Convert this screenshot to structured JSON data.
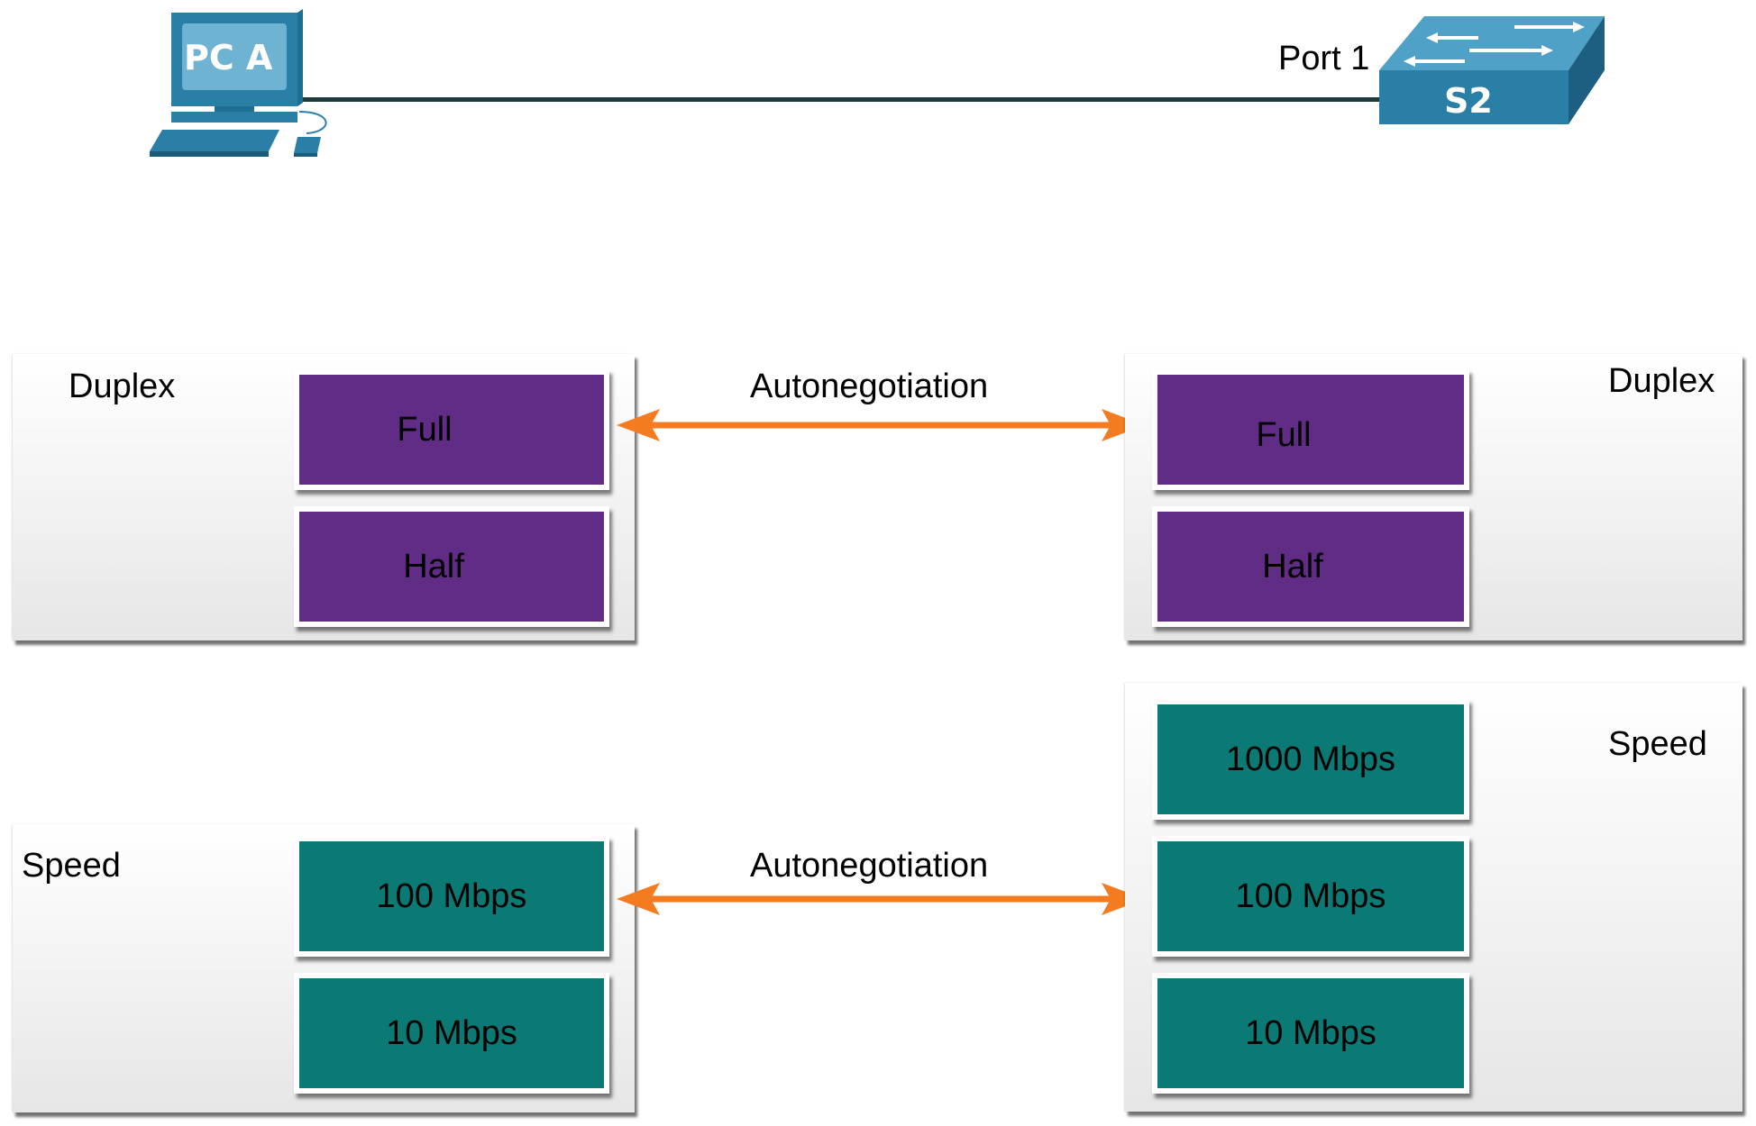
{
  "topology": {
    "pc_label": "PC A",
    "switch_label": "S2",
    "port_label": "Port 1",
    "link_color": "#1e3b3b",
    "device_color": "#2a7fa6"
  },
  "duplex": {
    "left": {
      "title": "Duplex",
      "options": [
        "Full",
        "Half"
      ]
    },
    "right": {
      "title": "Duplex",
      "options": [
        "Full",
        "Half"
      ]
    },
    "autoneg_label": "Autonegotiation",
    "option_color": "#612c86"
  },
  "speed": {
    "left": {
      "title": "Speed",
      "options": [
        "100 Mbps",
        "10 Mbps"
      ]
    },
    "right": {
      "title": "Speed",
      "options": [
        "1000 Mbps",
        "100 Mbps",
        "10 Mbps"
      ]
    },
    "autoneg_label": "Autonegotiation",
    "option_color": "#0b7a75"
  },
  "arrow_color": "#f47b20"
}
